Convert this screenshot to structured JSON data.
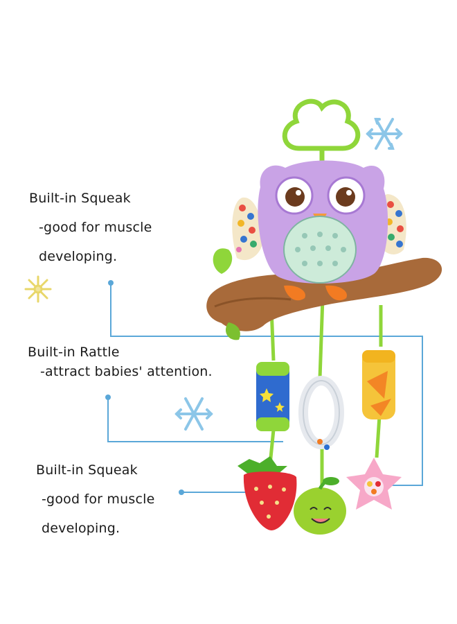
{
  "callouts": [
    {
      "title": "Built-in Squeak",
      "lines": [
        "-good for muscle",
        "developing."
      ]
    },
    {
      "title": "Built-in Rattle",
      "lines": [
        "-attract babies' attention."
      ]
    },
    {
      "title": "Built-in Squeak",
      "lines": [
        "-good for muscle",
        "developing."
      ]
    }
  ],
  "colors": {
    "leader_line": "#5aa7d8",
    "owl_body": "#c9a3e6",
    "branch": "#a86a3a",
    "hanger": "#8fd63a"
  },
  "icons": [
    "snowflake-icon",
    "sun-snowflake-icon"
  ]
}
